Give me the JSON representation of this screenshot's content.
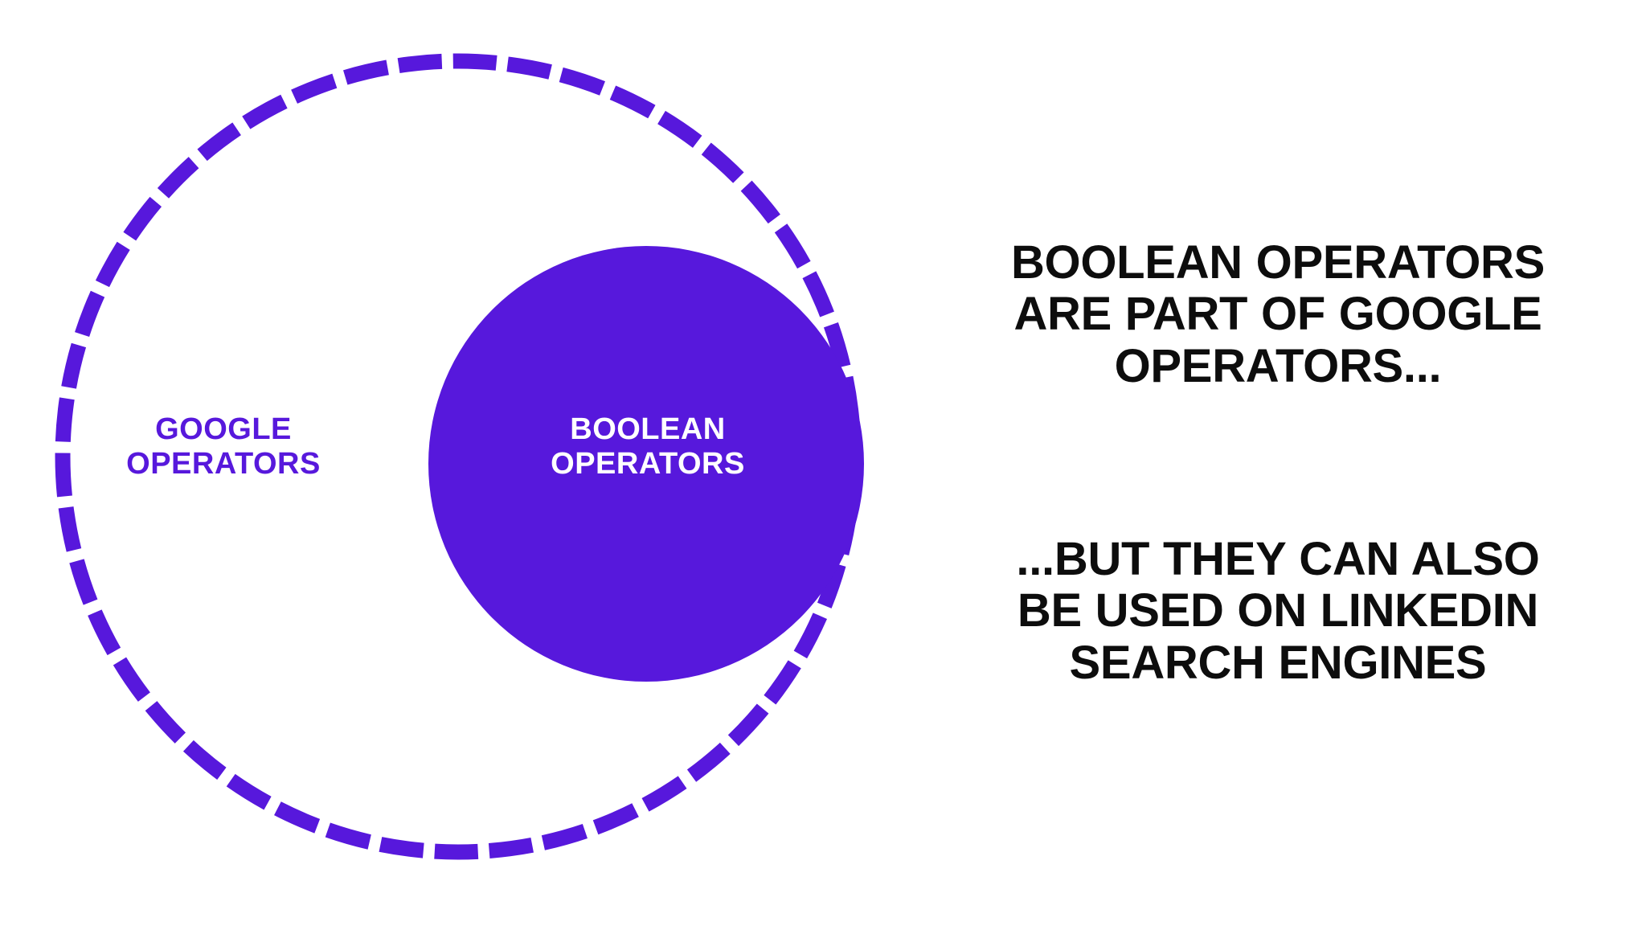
{
  "slide": {
    "background_color": "#ffffff",
    "accent_color": "#5718DC",
    "text_color": "#0d0d0d"
  },
  "diagram": {
    "type": "venn",
    "outer_set": {
      "label": "GOOGLE\nOPERATORS",
      "style": "dashed-outline",
      "stroke_color": "#5718DC",
      "fill": "none",
      "label_color": "#5718DC"
    },
    "inner_set": {
      "label": "BOOLEAN\nOPERATORS",
      "style": "solid-filled",
      "fill_color": "#5718DC",
      "label_color": "#ffffff"
    },
    "relationship": "inner set is a subset of the outer set"
  },
  "copy": {
    "paragraph_1": "BOOLEAN OPERATORS ARE PART OF GOOGLE OPERATORS...",
    "paragraph_2": "...BUT THEY CAN ALSO BE USED ON LINKEDIN SEARCH ENGINES"
  }
}
